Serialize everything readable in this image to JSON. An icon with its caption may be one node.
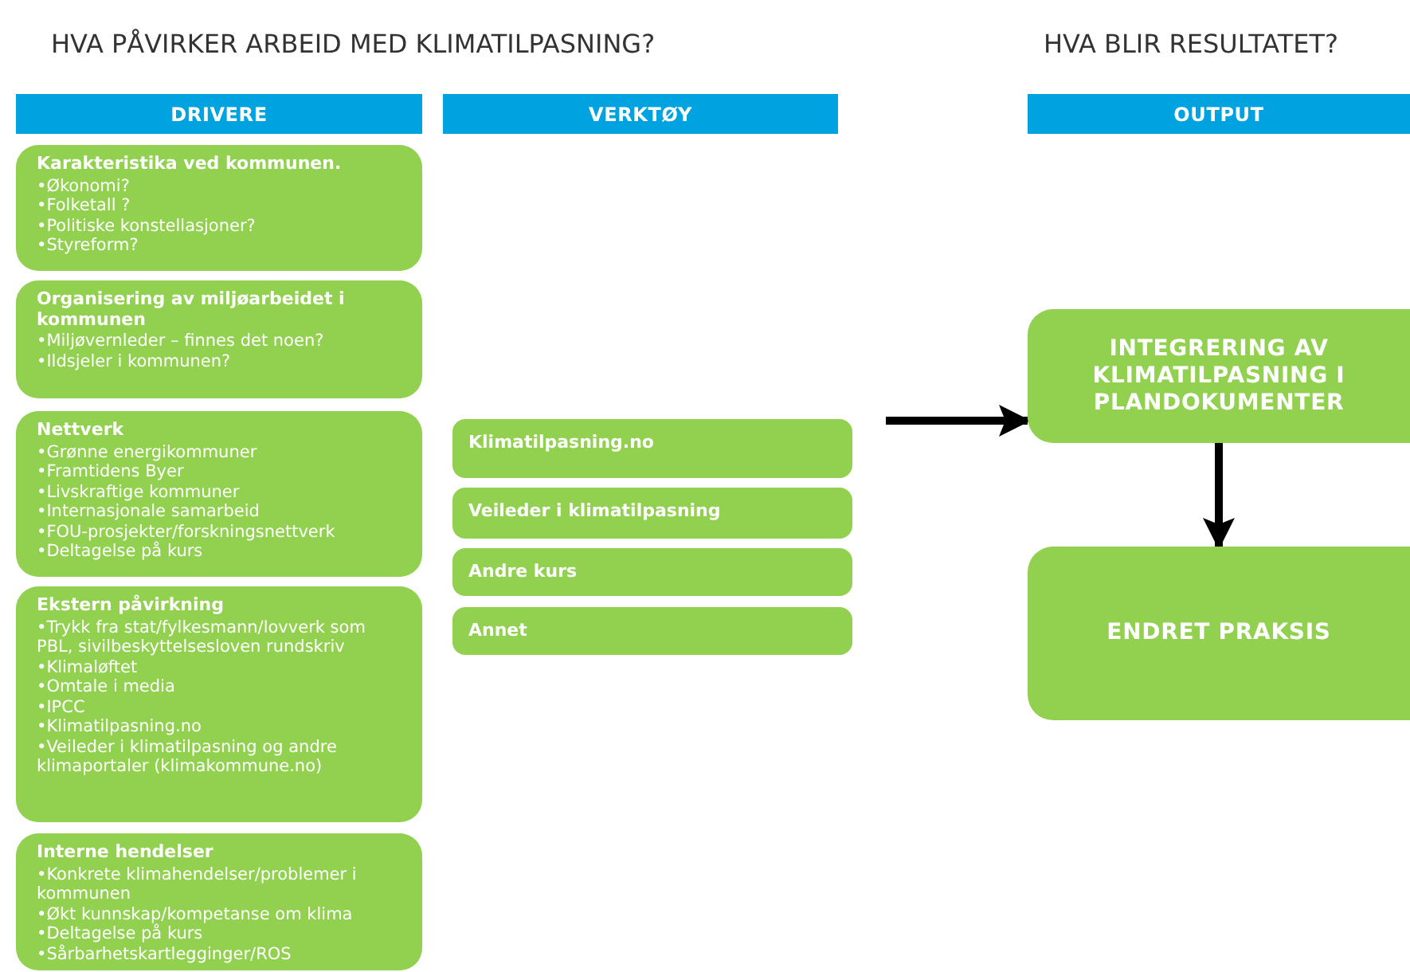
{
  "diagram": {
    "nodes": [
      {
        "text": [
          "DRIVERE"
        ]
      },
      {
        "text": [
          "VERKTØY"
        ]
      },
      {
        "text": [
          "OUTPUT"
        ]
      },
      {
        "text": [
          "Karakteristika ved kommunen.",
          "•Økonomi?",
          "•Folketall ?",
          "•Politiske konstellasjoner?",
          "•Styreform?"
        ]
      },
      {
        "text": [
          "Organisering av miljøarbeidet i kommunen",
          "•Miljøvernleder – finnes det noen?",
          "•Ildsjeler i kommunen?"
        ]
      },
      {
        "text": [
          "Nettverk",
          "•Grønne energikommuner",
          "•Framtidens Byer",
          "•Livskraftige kommuner",
          "•Internasjonale samarbeid",
          "•FOU-prosjekter/forskningsnettverk",
          "•Deltagelse på kurs"
        ]
      },
      {
        "text": [
          "Ekstern påvirkning",
          "•Trykk fra stat/fylkesmann/lovverk som PBL, sivilbeskyttelsesloven rundskriv",
          "•Klimaløftet",
          "•Omtale i media",
          "•IPCC",
          "•Klimatilpasning.no",
          "•Veileder i klimatilpasning og andre klimaportaler (klimakommune.no)"
        ]
      },
      {
        "text": [
          "Interne hendelser",
          "•Konkrete klimahendelser/problemer i kommunen",
          "•Økt kunnskap/kompetanse om klima",
          "•Deltagelse på kurs",
          "•Sårbarhetskartlegginger/ROS"
        ]
      },
      {
        "text": [
          "Klimatilpasning.no"
        ]
      },
      {
        "text": [
          "Veileder i klimatilpasning"
        ]
      },
      {
        "text": [
          "Andre kurs"
        ]
      },
      {
        "text": [
          "Annet"
        ]
      },
      {
        "text": [
          "INTEGRERING AV KLIMATILPASNING I PLANDOKUMENTER"
        ]
      },
      {
        "text": [
          "ENDRET PRAKSIS"
        ]
      }
    ],
    "edges": [
      {
        "from": null,
        "to": 12,
        "arrow": "to"
      },
      {
        "from": 12,
        "to": 13,
        "arrow": "to"
      }
    ],
    "labels": [
      "HVA PÅVIRKER ARBEID MED KLIMATILPASNING?",
      "HVA BLIR RESULTATET?"
    ]
  }
}
